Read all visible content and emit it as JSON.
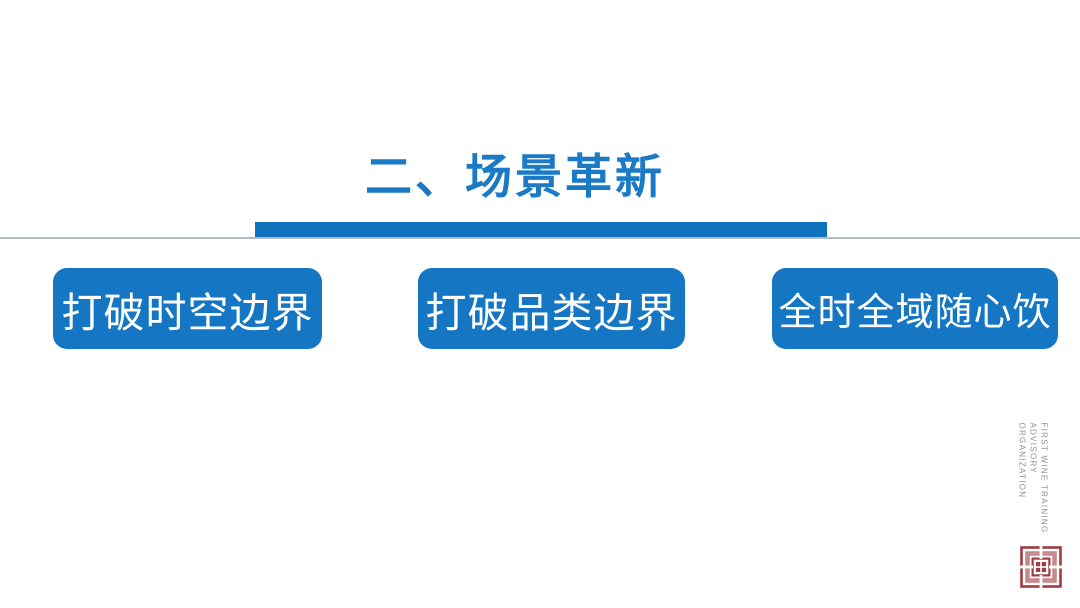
{
  "slide": {
    "title": "二、场景革新",
    "boxes": [
      {
        "label": "打破时空边界"
      },
      {
        "label": "打破品类边界"
      },
      {
        "label": "全时全域随心饮"
      }
    ],
    "watermark": {
      "lines": [
        "FIRST WINE TRAINING",
        "ADVISORY",
        "ORGANIZATION"
      ]
    },
    "icons": {
      "seal": "red-square-maze-seal"
    },
    "colors": {
      "title_blue": "#1a7ac6",
      "bar_blue": "#0f72bc",
      "box_blue": "#1577c4",
      "divider_gray": "#b3bcc3",
      "watermark_gray": "#8f8f8f",
      "seal_red": "#9e3c42",
      "seal_pink": "#c58a8d"
    }
  }
}
